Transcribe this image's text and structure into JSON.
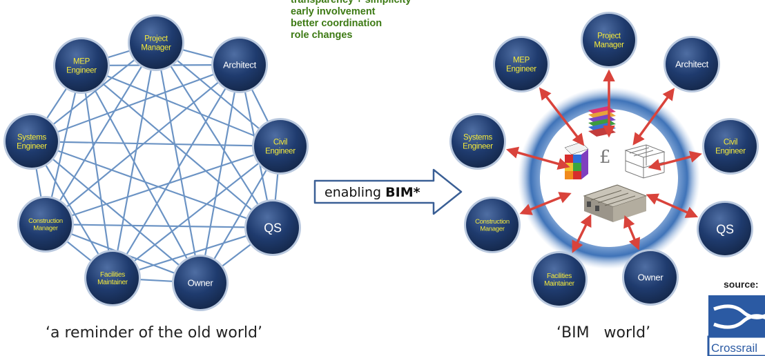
{
  "benefits": [
    "transparency + simplicity",
    "early involvement",
    "better coordination",
    "role changes"
  ],
  "arrow_label": {
    "prefix": "enabling ",
    "emphasis": "BIM*"
  },
  "captions": {
    "left": "‘a reminder of the old world’",
    "right": "‘BIM   world’"
  },
  "source": {
    "label": "source:",
    "logo_text": "Crossrail"
  },
  "roles": [
    {
      "key": "project-manager",
      "lines": [
        "Project",
        "Manager"
      ]
    },
    {
      "key": "architect",
      "lines": [
        "Architect"
      ]
    },
    {
      "key": "civil-engineer",
      "lines": [
        "Civil",
        "Engineer"
      ]
    },
    {
      "key": "qs",
      "lines": [
        "QS"
      ]
    },
    {
      "key": "owner",
      "lines": [
        "Owner"
      ]
    },
    {
      "key": "facilities-maintainer",
      "lines": [
        "Facilities",
        "Maintainer"
      ]
    },
    {
      "key": "construction-manager",
      "lines": [
        "Construction",
        "Manager"
      ]
    },
    {
      "key": "systems-engineer",
      "lines": [
        "Systems",
        "Engineer"
      ]
    },
    {
      "key": "mep-engineer",
      "lines": [
        "MEP",
        "Engineer"
      ]
    }
  ],
  "colors": {
    "node_fill": "#1f3b6e",
    "node_label": "#f5ea3a",
    "mesh_line": "#6b93c4",
    "hub_ring": "#3f73b8",
    "spoke_arrow": "#d9433b",
    "benefit_text": "#3d7a14",
    "logo_blue": "#2b5aa3"
  }
}
